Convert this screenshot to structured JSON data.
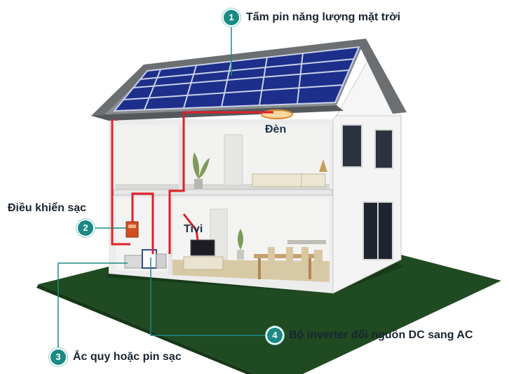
{
  "callouts": [
    {
      "number": "1",
      "text": "Tấm pin năng lượng mặt trời"
    },
    {
      "number": "2",
      "text": "Điều khiển sạc"
    },
    {
      "number": "3",
      "text": "Ắc quy hoặc pin sạc"
    },
    {
      "number": "4",
      "text": "Bộ inverter đổi nguồn DC sang AC"
    }
  ],
  "room_labels": {
    "lamp": "Đèn",
    "tv": "Tivi"
  },
  "colors": {
    "badge": "#1a8a83",
    "leader_line": "#1a8a83",
    "wire": "#e0202a",
    "lawn": "#1f4a22",
    "panel": "#1d2f8a",
    "roof": "#6b6f72",
    "wall": "#f4f4f4"
  }
}
